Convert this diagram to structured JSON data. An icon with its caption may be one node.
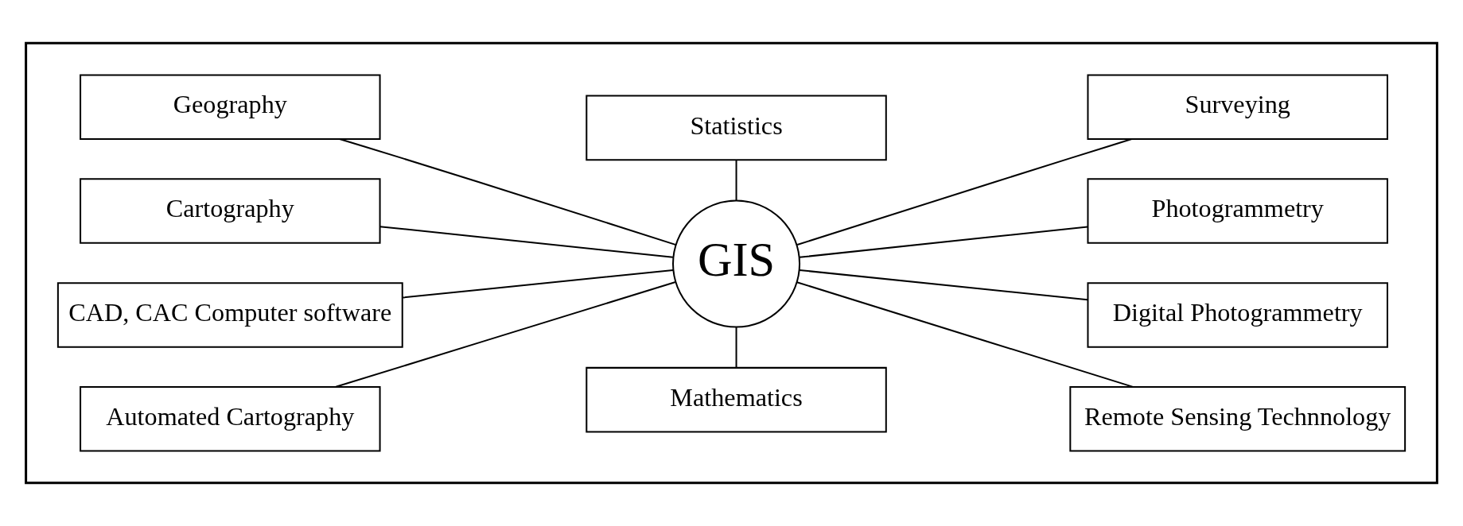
{
  "diagram": {
    "nodes": [
      {
        "text": [],
        "shape": "box"
      },
      {
        "text": [
          "Geography"
        ],
        "in": 0
      },
      {
        "text": [
          "Mathematics"
        ],
        "in": 0
      },
      {
        "text": [
          "Surveying"
        ],
        "in": 0
      },
      {
        "text": [
          "Cartography"
        ],
        "in": 0
      },
      {
        "text": [
          "GIS"
        ],
        "in": 0
      },
      {
        "text": [
          "Photogrammetry"
        ],
        "in": 0
      },
      {
        "text": [
          "CAD, CAC Computer software"
        ],
        "in": 0
      },
      {
        "text": [
          "Digital Photogrammetry"
        ],
        "in": 0
      },
      {
        "text": [
          "Automated Cartography"
        ],
        "in": 0
      },
      {
        "text": [
          "Statistics"
        ],
        "in": 0
      },
      {
        "text": [
          "Remote Sensing Technnology"
        ],
        "in": 0
      }
    ],
    "edges": [
      {
        "from": 1,
        "to": 5,
        "arrow": "none"
      },
      {
        "from": 2,
        "to": 5,
        "arrow": "none"
      },
      {
        "from": 5,
        "to": 3,
        "arrow": "none"
      },
      {
        "from": 4,
        "to": 5,
        "arrow": "none"
      },
      {
        "from": 5,
        "to": 6,
        "arrow": "none"
      },
      {
        "from": 7,
        "to": 5,
        "arrow": "none"
      },
      {
        "from": 5,
        "to": 8,
        "arrow": "none"
      },
      {
        "from": 9,
        "to": 5,
        "arrow": "none"
      },
      {
        "from": 5,
        "to": 10,
        "arrow": "none"
      },
      {
        "from": 5,
        "to": 11,
        "arrow": "none"
      }
    ]
  }
}
